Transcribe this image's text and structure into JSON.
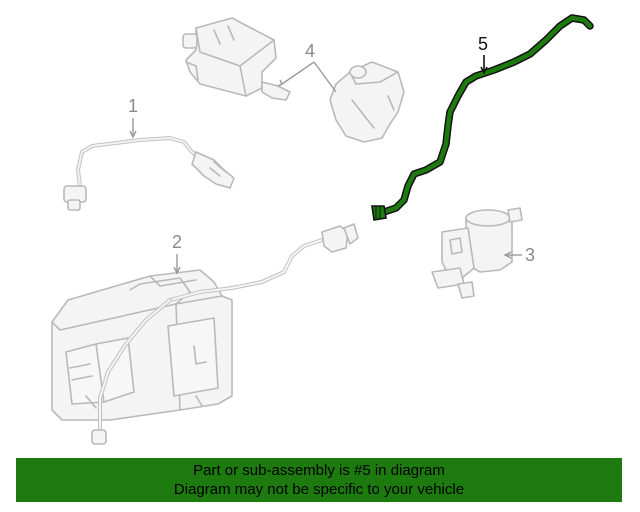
{
  "callouts": {
    "part_1": "1",
    "part_2": "2",
    "part_3": "3",
    "part_4": "4",
    "part_5": "5"
  },
  "highlight_color": "#1d7a0e",
  "banner": {
    "line1": "Part or sub-assembly is #5 in diagram",
    "line2": "Diagram may not be specific to your vehicle"
  }
}
